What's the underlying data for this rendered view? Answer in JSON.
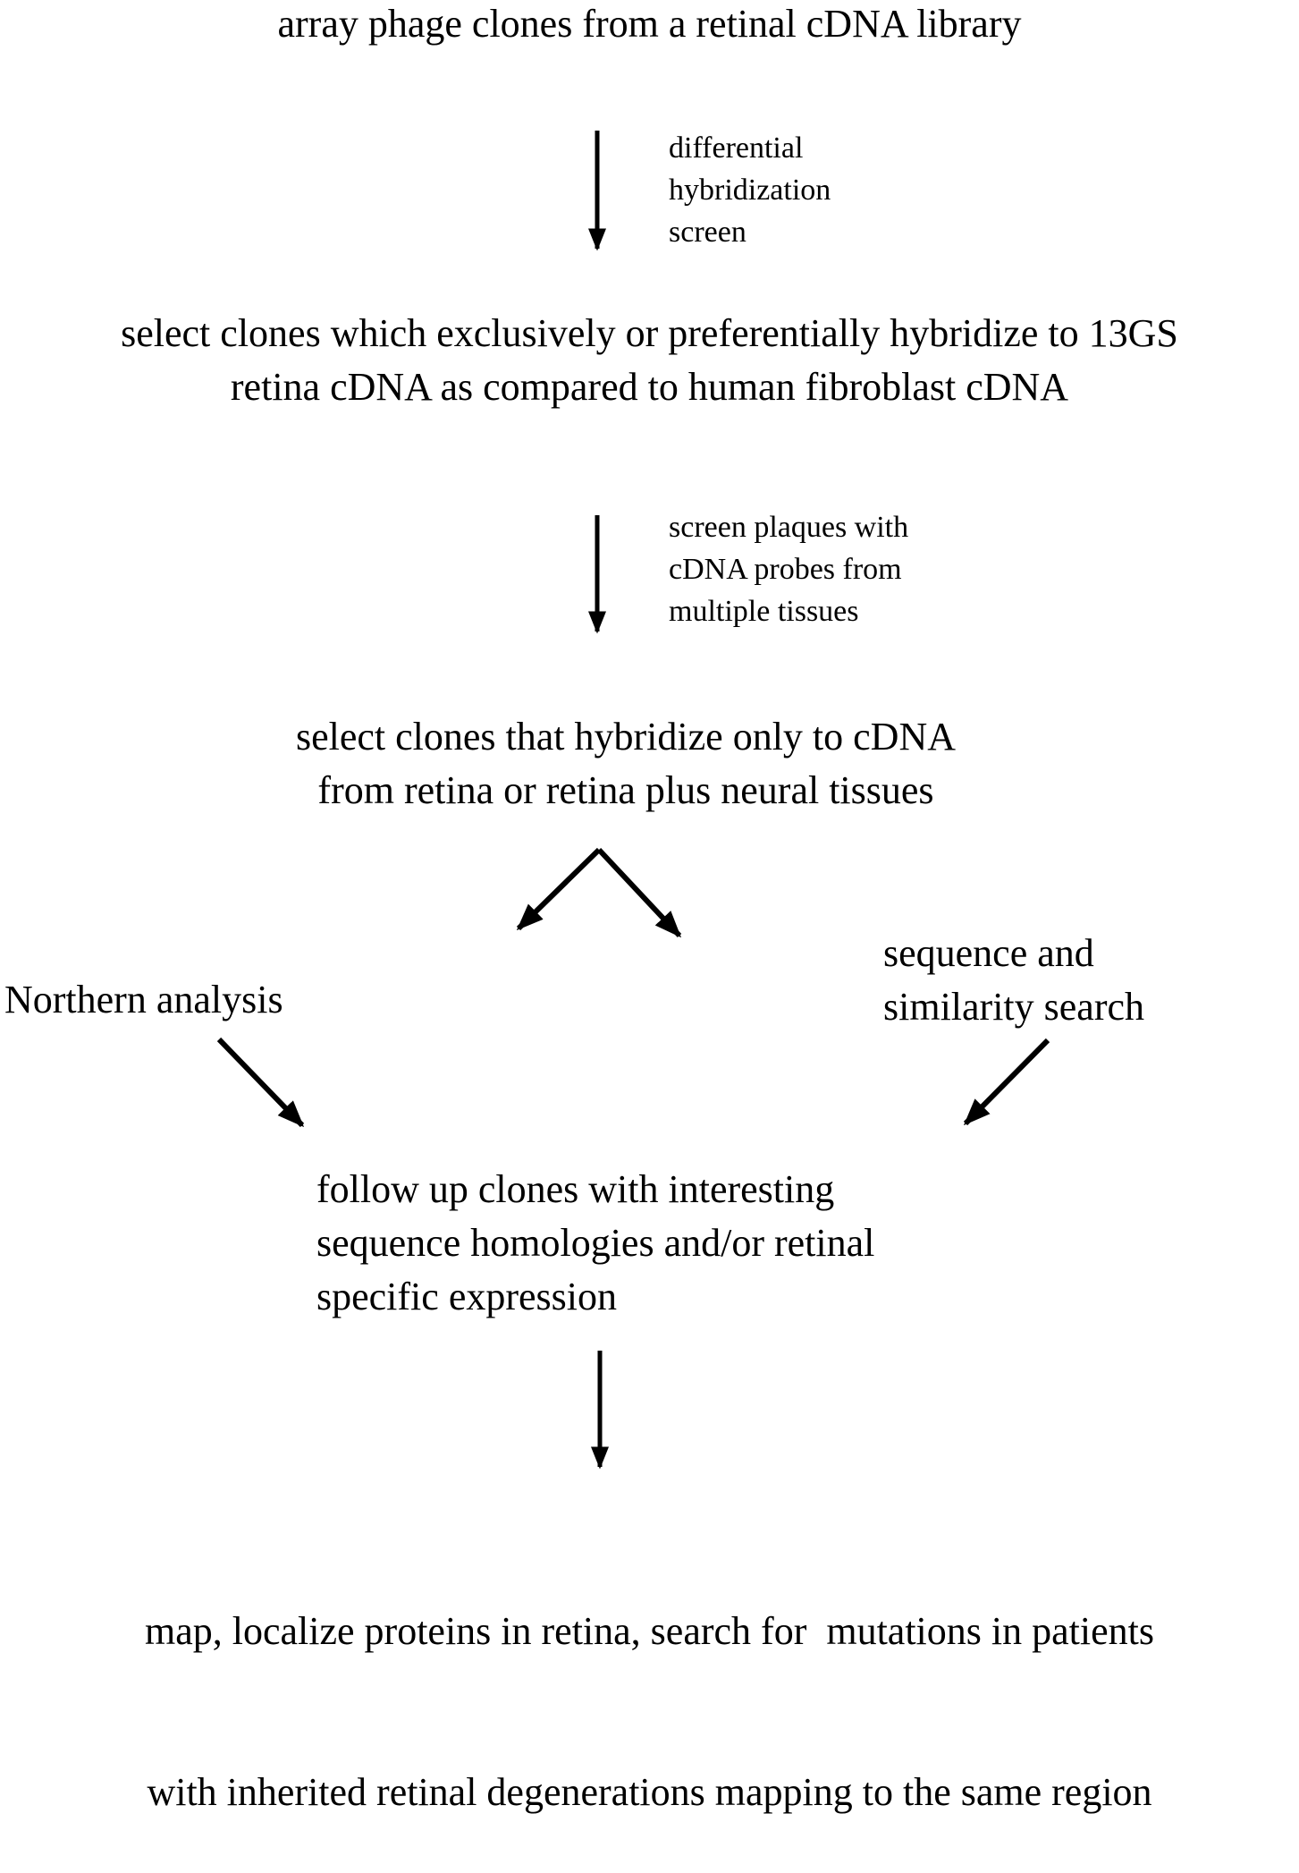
{
  "diagram": {
    "type": "flowchart",
    "steps": {
      "step1": [
        "array phage clones from a retinal cDNA library"
      ],
      "step2": [
        "select clones which exclusively or preferentially hybridize to 13GS",
        "retina cDNA as compared to human fibroblast cDNA"
      ],
      "step3": [
        "select clones that hybridize only to cDNA",
        "from retina or retina plus neural tissues"
      ],
      "branch_left": [
        "Northern analysis"
      ],
      "branch_right": [
        "sequence and",
        "similarity search"
      ],
      "step4": [
        "follow up clones with interesting",
        "sequence homologies and/or retinal",
        "specific expression"
      ],
      "step5": [
        "map, localize proteins in retina, search for  mutations in patients",
        "with inherited retinal degenerations mapping to the same region"
      ]
    },
    "edge_labels": {
      "step1_to_step2": [
        "differential",
        "hybridization",
        "screen"
      ],
      "step2_to_step3": [
        "screen plaques with",
        "cDNA probes from",
        "multiple tissues"
      ]
    },
    "edges": [
      {
        "from": "step1",
        "to": "step2",
        "label": "differential hybridization screen"
      },
      {
        "from": "step2",
        "to": "step3",
        "label": "screen plaques with cDNA probes from multiple tissues"
      },
      {
        "from": "step3",
        "to": "branch_left"
      },
      {
        "from": "step3",
        "to": "branch_right"
      },
      {
        "from": "branch_left",
        "to": "step4"
      },
      {
        "from": "branch_right",
        "to": "step4"
      },
      {
        "from": "step4",
        "to": "step5"
      }
    ],
    "colors": {
      "ink": "#000000",
      "background": "#ffffff"
    }
  }
}
